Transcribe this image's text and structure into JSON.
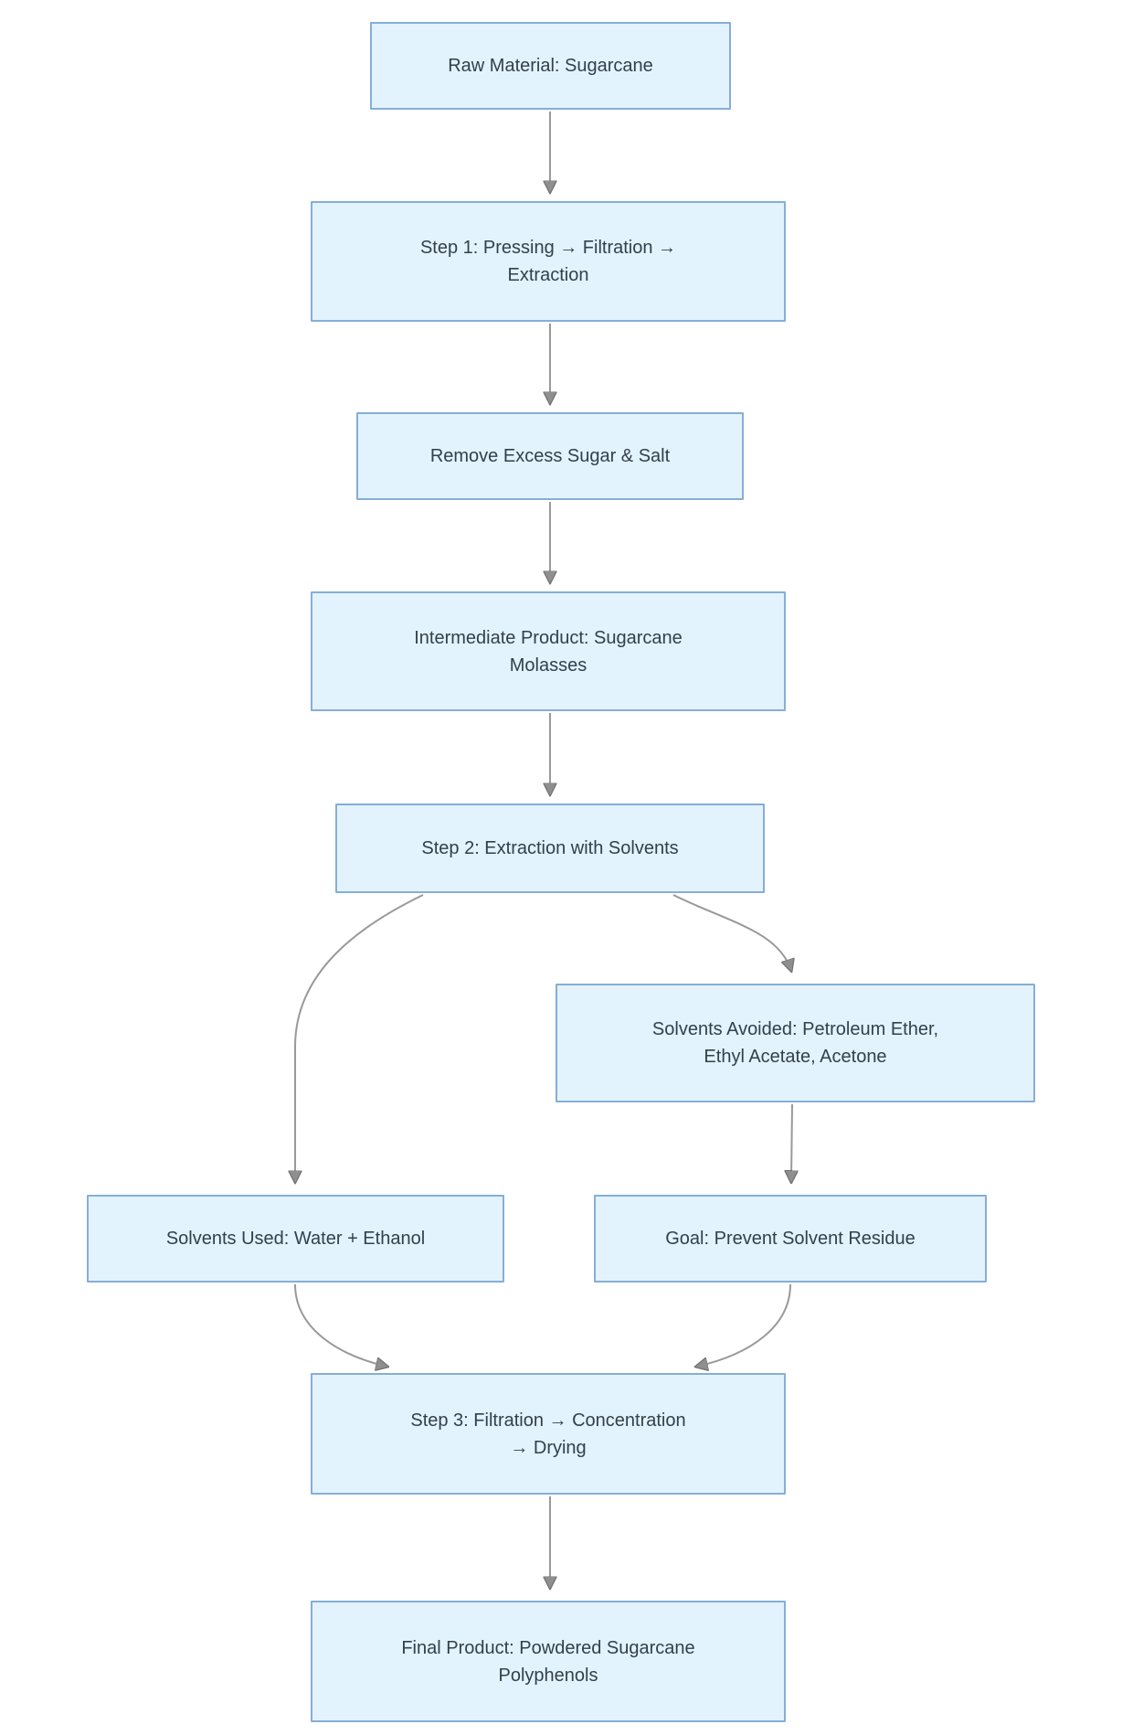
{
  "diagram": {
    "type": "flowchart",
    "direction": "top-down",
    "colors": {
      "node_fill": "#e3f3fd",
      "node_border": "#86aed6",
      "node_text": "#32404c",
      "edge": "#999999",
      "arrowhead": "#8f8f8f",
      "background": "#ffffff"
    },
    "nodes": [
      {
        "id": "raw",
        "label": "Raw Material: Sugarcane"
      },
      {
        "id": "step1",
        "label": "Step 1: Pressing → Filtration →\nExtraction"
      },
      {
        "id": "remove",
        "label": "Remove Excess Sugar & Salt"
      },
      {
        "id": "intermediate",
        "label": "Intermediate Product: Sugarcane\nMolasses"
      },
      {
        "id": "step2",
        "label": "Step 2: Extraction with Solvents"
      },
      {
        "id": "avoided",
        "label": "Solvents Avoided: Petroleum Ether,\nEthyl Acetate, Acetone"
      },
      {
        "id": "used",
        "label": "Solvents Used: Water + Ethanol"
      },
      {
        "id": "goal",
        "label": "Goal: Prevent Solvent Residue"
      },
      {
        "id": "step3",
        "label": "Step 3: Filtration → Concentration\n→ Drying"
      },
      {
        "id": "final",
        "label": "Final Product: Powdered Sugarcane\nPolyphenols"
      }
    ],
    "edges": [
      {
        "from": "raw",
        "to": "step1"
      },
      {
        "from": "step1",
        "to": "remove"
      },
      {
        "from": "remove",
        "to": "intermediate"
      },
      {
        "from": "intermediate",
        "to": "step2"
      },
      {
        "from": "step2",
        "to": "avoided"
      },
      {
        "from": "step2",
        "to": "used"
      },
      {
        "from": "avoided",
        "to": "goal"
      },
      {
        "from": "used",
        "to": "step3"
      },
      {
        "from": "goal",
        "to": "step3"
      },
      {
        "from": "step3",
        "to": "final"
      }
    ]
  }
}
